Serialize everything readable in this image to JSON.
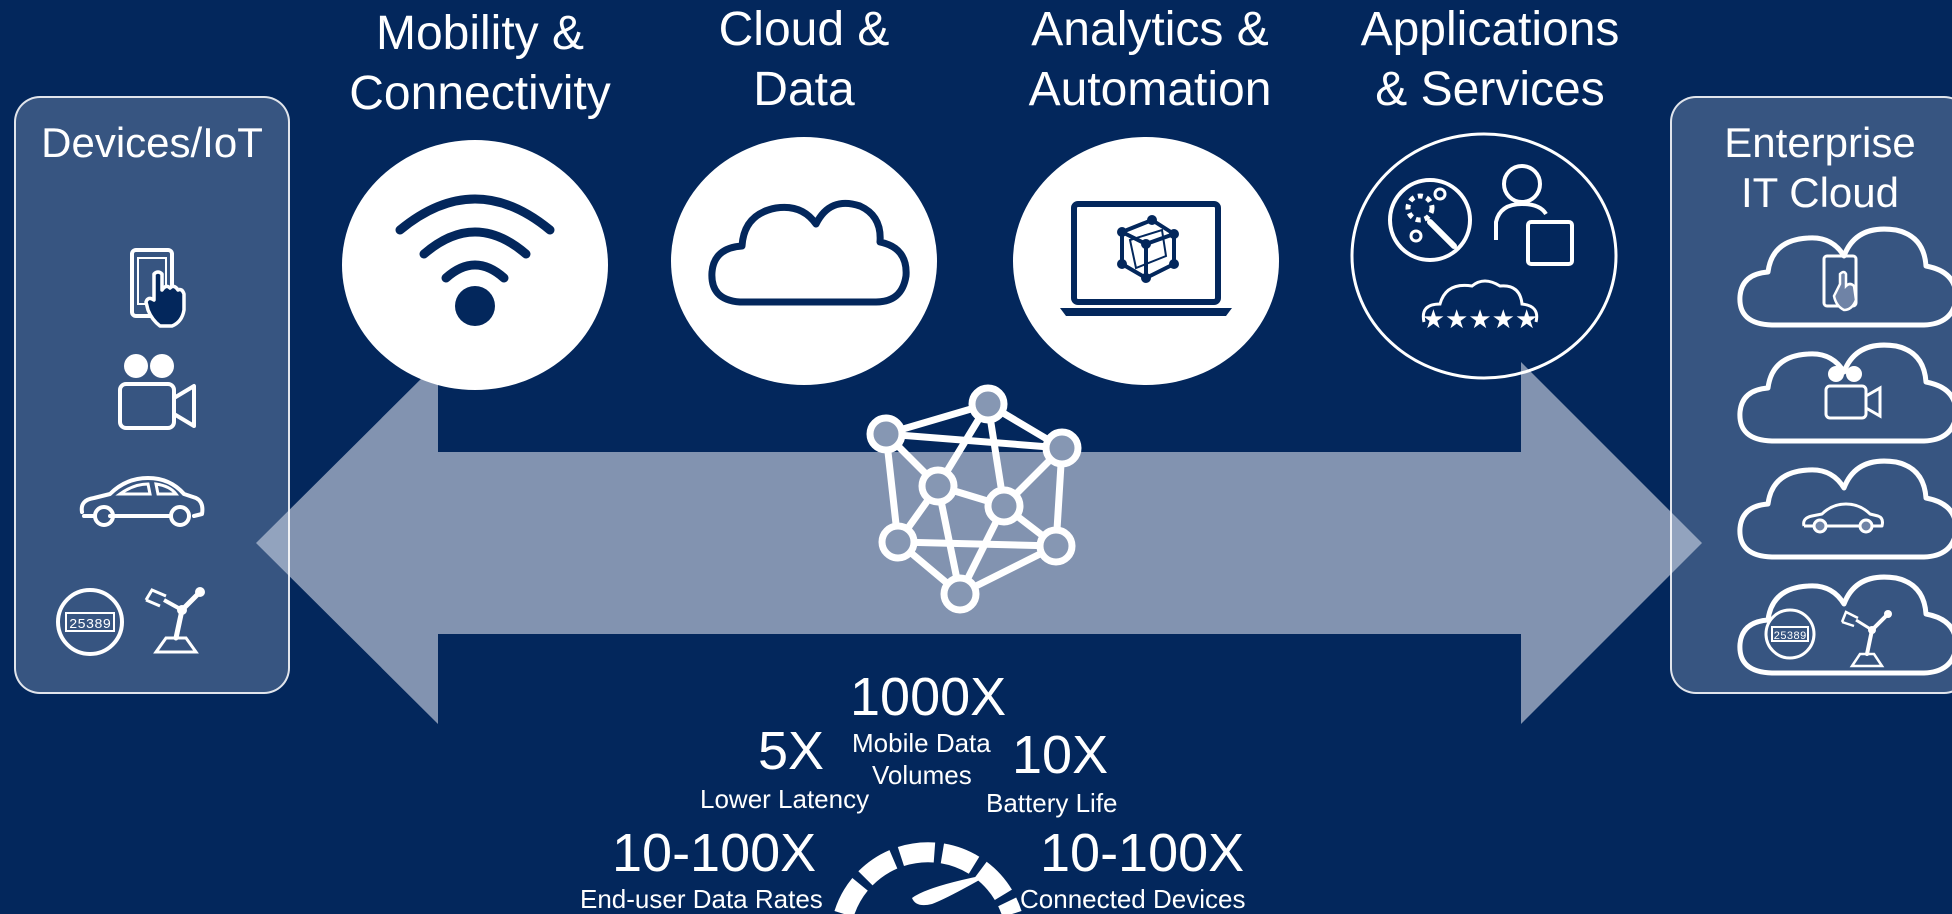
{
  "pillars": [
    {
      "label_l1": "Mobility &",
      "label_l2": "Connectivity",
      "icon": "wifi-icon"
    },
    {
      "label_l1": "Cloud &",
      "label_l2": "Data",
      "icon": "cloud-icon"
    },
    {
      "label_l1": "Analytics &",
      "label_l2": "Automation",
      "icon": "laptop-cube-icon"
    },
    {
      "label_l1": "Applications",
      "label_l2": "& Services",
      "icon": "services-icon"
    }
  ],
  "left_panel": {
    "title": "Devices/IoT",
    "icons": [
      "tablet-touch-icon",
      "video-camera-icon",
      "car-icon",
      "meter-robot-arm-icon"
    ],
    "meter_digits": "25389"
  },
  "right_panel": {
    "title_l1": "Enterprise",
    "title_l2": "IT Cloud",
    "icons": [
      "cloud-tablet-icon",
      "cloud-camera-icon",
      "cloud-car-icon",
      "cloud-meter-robot-icon"
    ],
    "meter_digits": "25389"
  },
  "center_icon": "network-nodes-icon",
  "metrics": {
    "mobile_data": {
      "value": "1000X",
      "label_l1": "Mobile Data",
      "label_l2": "Volumes"
    },
    "latency": {
      "value": "5X",
      "label": "Lower Latency"
    },
    "battery": {
      "value": "10X",
      "label": "Battery Life"
    },
    "data_rates": {
      "value": "10-100X",
      "label": "End-user Data Rates"
    },
    "devices": {
      "value": "10-100X",
      "label": "Connected Devices"
    }
  },
  "gauge_icon": "speedometer-icon",
  "colors": {
    "background": "#03275c",
    "arrow": "#8697b3",
    "white": "#ffffff"
  }
}
